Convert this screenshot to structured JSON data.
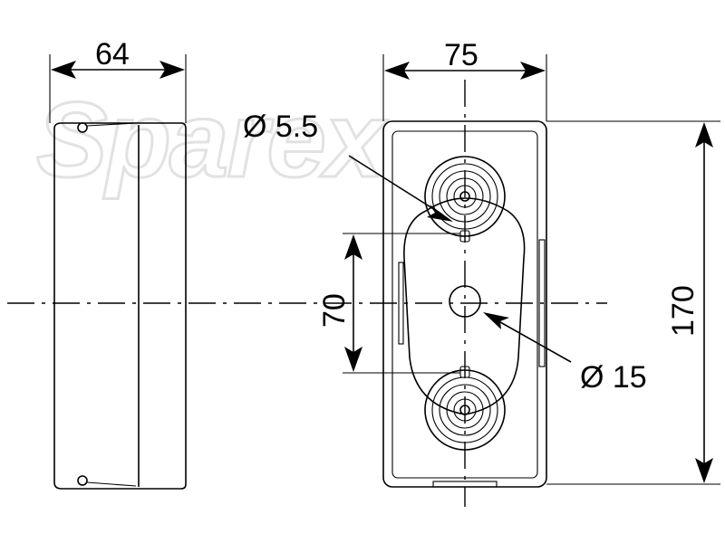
{
  "watermark": "Sparex",
  "dimensions": {
    "side_width": "64",
    "front_width": "75",
    "height": "170",
    "hole_spacing": "70",
    "small_hole_diameter": "Ø 5.5",
    "large_hole_diameter": "Ø 15"
  }
}
